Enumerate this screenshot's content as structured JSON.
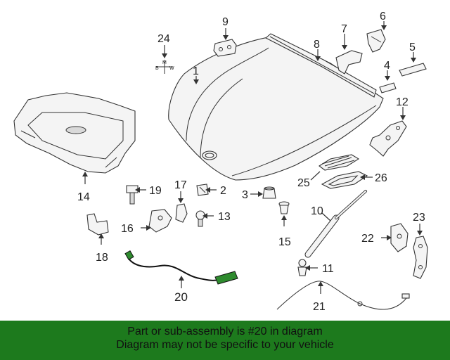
{
  "callouts": {
    "c1": "1",
    "c2": "2",
    "c3": "3",
    "c4": "4",
    "c5": "5",
    "c6": "6",
    "c7": "7",
    "c8": "8",
    "c9": "9",
    "c10": "10",
    "c11": "11",
    "c12": "12",
    "c13": "13",
    "c14": "14",
    "c15": "15",
    "c16": "16",
    "c17": "17",
    "c18": "18",
    "c19": "19",
    "c20": "20",
    "c21": "21",
    "c22": "22",
    "c23": "23",
    "c24": "24",
    "c25": "25",
    "c26": "26"
  },
  "emblem": {
    "m": "M",
    "b": "B",
    "w": "W"
  },
  "banner": {
    "line1": "Part or sub-assembly is #20 in diagram",
    "line2": "Diagram may not be specific to your vehicle"
  },
  "colors": {
    "banner_bg": "#1d7a1d",
    "highlight_part": "#2e8b2e"
  }
}
